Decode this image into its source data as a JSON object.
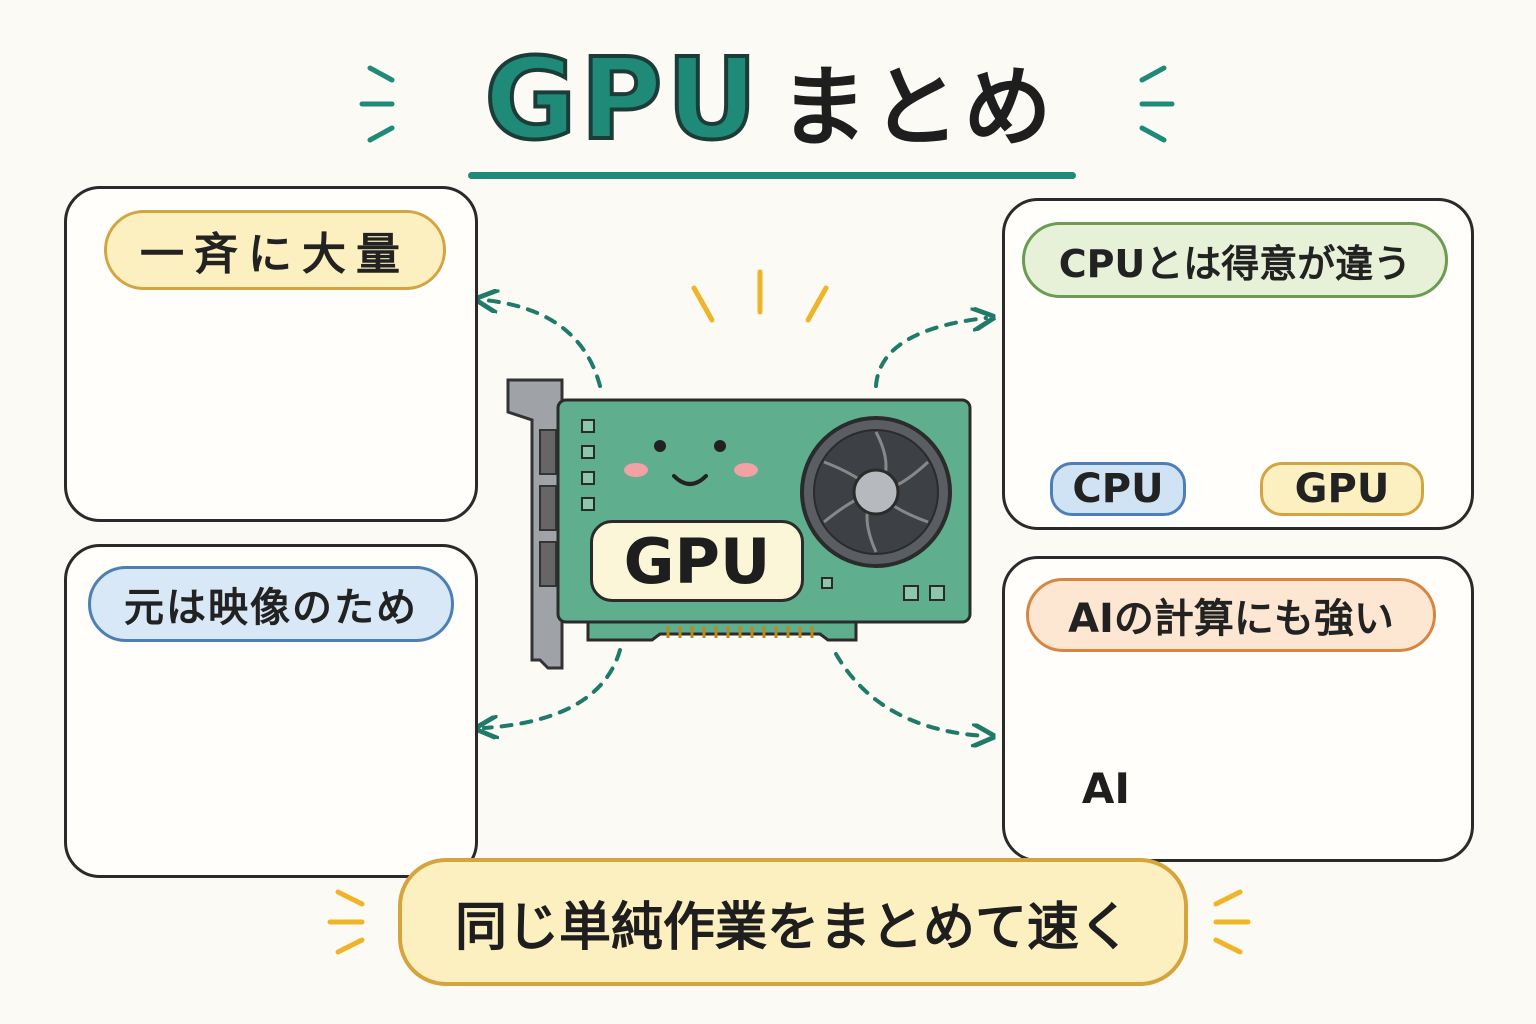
{
  "title": {
    "main": "GPU",
    "sub": "まとめ"
  },
  "gpu_card": {
    "label": "GPU"
  },
  "panels": {
    "top_left": {
      "heading": "一斉に大量"
    },
    "top_right": {
      "heading": "CPUとは得意が違う",
      "cpu_label": "CPU",
      "gpu_label": "GPU"
    },
    "bottom_left": {
      "heading": "元は映像のため"
    },
    "bottom_right": {
      "heading": "AIの計算にも強い",
      "ai_label": "AI"
    }
  },
  "bottom_banner": "同じ単純作業をまとめて速く",
  "colors": {
    "teal": "#1f8a78",
    "board": "#5fae8e",
    "orange": "#e8892e",
    "gold": "#f0b429"
  }
}
